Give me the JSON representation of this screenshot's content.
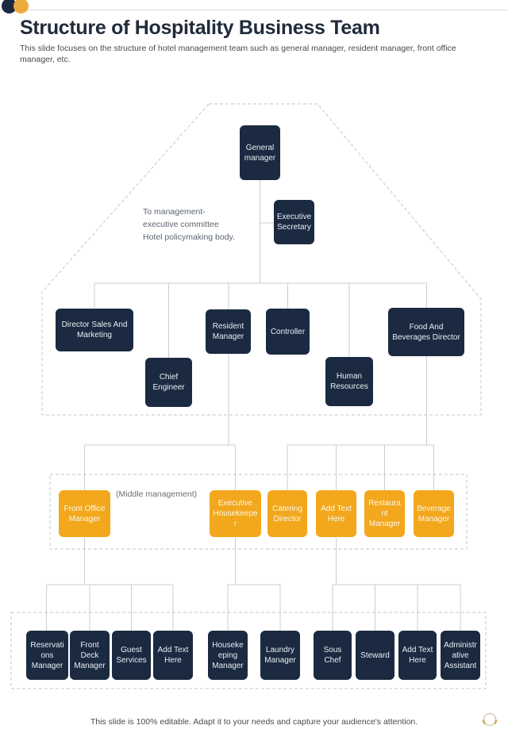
{
  "slide": {
    "title": "Structure of Hospitality Business Team",
    "subtitle": "This slide focuses on the structure of hotel management team such as general manager, resident manager, front office manager, etc.",
    "footer": "This slide is 100% editable. Adapt it to your needs and capture your audience's attention.",
    "colors": {
      "navy": "#1b2a41",
      "orange": "#f2a71c",
      "gold": "#c9a227",
      "connector": "#c9cdd1"
    }
  },
  "org_chart": {
    "annotation": "To management-\nexecutive committee\nHotel policymaking body.",
    "middle_management_label": "(Middle management)",
    "top": {
      "general_manager": "General manager",
      "executive_secretary": "Executive Secretary"
    },
    "executive_level": [
      "Director Sales And Marketing",
      "Chief Engineer",
      "Resident Manager",
      "Controller",
      "Human Resources",
      "Food And Beverages Director"
    ],
    "middle_management": [
      "Front Office Manager",
      "Executive Housekeeper",
      "Catering Director",
      "Add Text Here",
      "Restaurant Manager",
      "Beverage Manager"
    ],
    "staff_level": [
      "Reservations Manager",
      "Front Deck Manager",
      "Guest Services",
      "Add Text Here",
      "Housekeeping Manager",
      "Laundry Manager",
      "Sous Chef",
      "Steward",
      "Add Text Here",
      "Administrative Assistant"
    ]
  }
}
